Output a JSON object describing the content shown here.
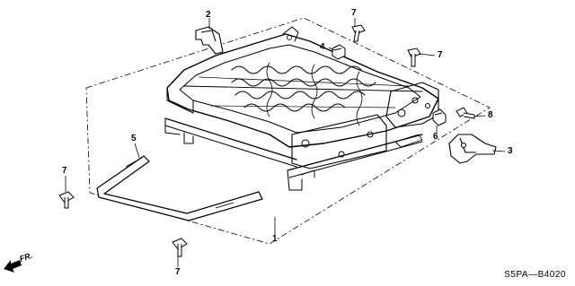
{
  "diagram": {
    "callouts": [
      {
        "id": "c1",
        "label": "1"
      },
      {
        "id": "c2",
        "label": "2"
      },
      {
        "id": "c3",
        "label": "3"
      },
      {
        "id": "c4",
        "label": "4"
      },
      {
        "id": "c5",
        "label": "5"
      },
      {
        "id": "c6",
        "label": "6"
      },
      {
        "id": "c7a",
        "label": "7"
      },
      {
        "id": "c7b",
        "label": "7"
      },
      {
        "id": "c7c",
        "label": "7"
      },
      {
        "id": "c7d",
        "label": "7"
      },
      {
        "id": "c8",
        "label": "8"
      }
    ],
    "front_arrow_label": "FR.",
    "catalog_code": "S5PA—B4020"
  },
  "colors": {
    "line": "#000000",
    "background": "#ffffff"
  },
  "icons": [
    "front-direction-arrow-icon"
  ]
}
